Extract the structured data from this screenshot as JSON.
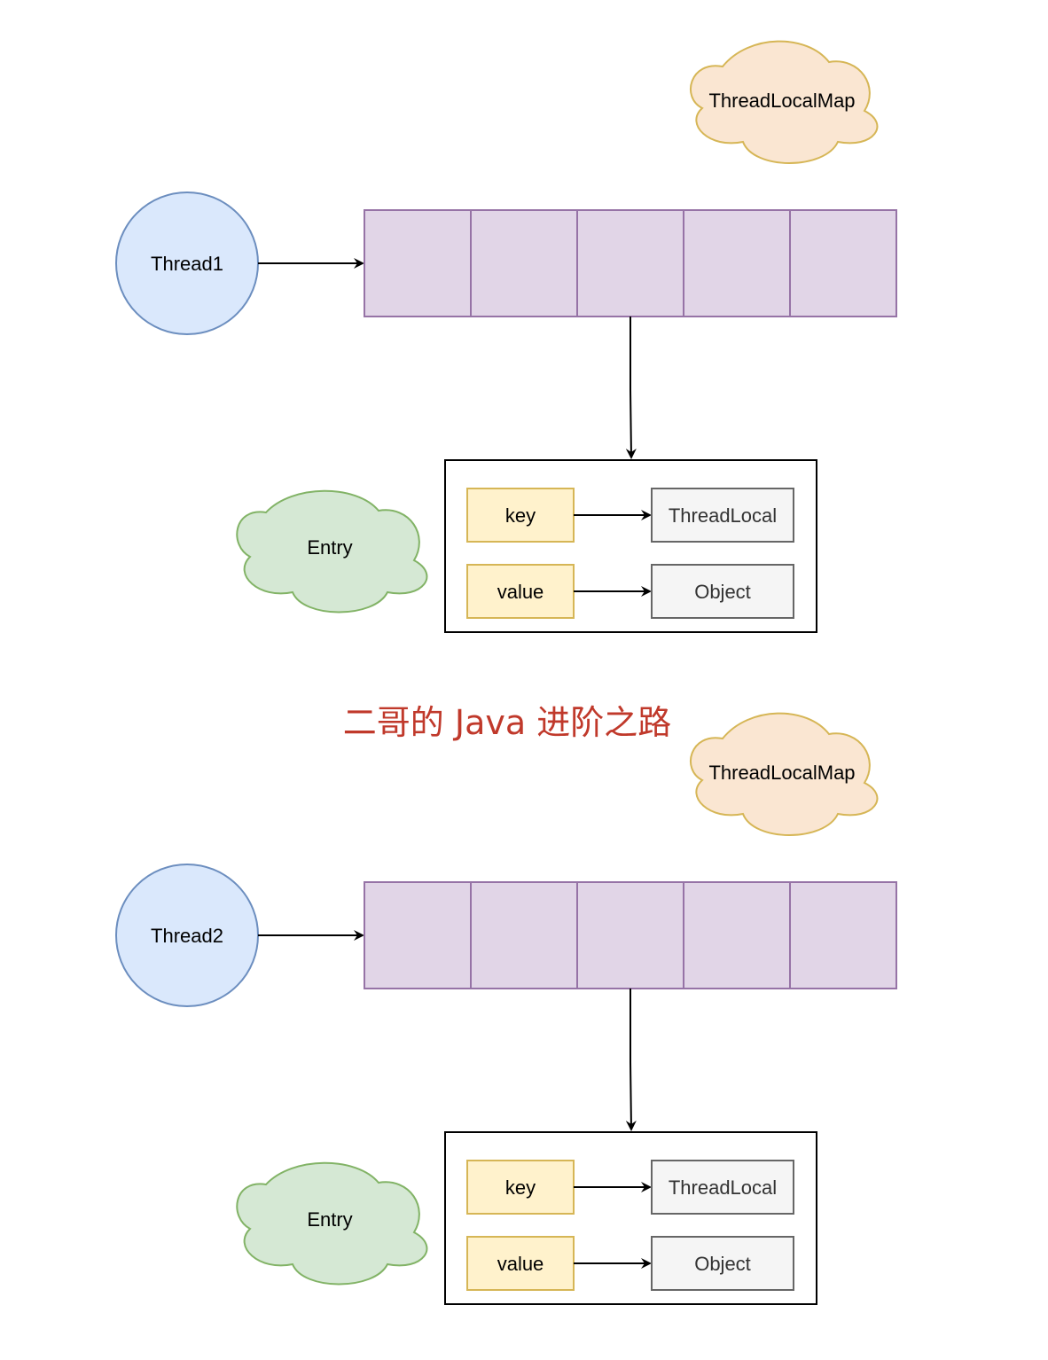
{
  "colors": {
    "thread_fill": "#dae8fc",
    "thread_stroke": "#6c8ebf",
    "array_fill": "#e1d5e7",
    "array_stroke": "#9673a6",
    "cloud_map_fill": "#fae6d2",
    "cloud_map_stroke": "#d6b656",
    "cloud_entry_fill": "#d5e8d4",
    "cloud_entry_stroke": "#82b366",
    "field_fill": "#fff2cc",
    "field_stroke": "#d6b656",
    "target_fill": "#f5f5f5",
    "target_stroke": "#666666",
    "watermark": "#c0392b"
  },
  "watermark": "二哥的 Java 进阶之路",
  "sections": [
    {
      "thread": "Thread1",
      "map_label": "ThreadLocalMap",
      "slot_count": 5,
      "entry_label": "Entry",
      "key_label": "key",
      "value_label": "value",
      "key_target": "ThreadLocal",
      "value_target": "Object"
    },
    {
      "thread": "Thread2",
      "map_label": "ThreadLocalMap",
      "slot_count": 5,
      "entry_label": "Entry",
      "key_label": "key",
      "value_label": "value",
      "key_target": "ThreadLocal",
      "value_target": "Object"
    }
  ]
}
